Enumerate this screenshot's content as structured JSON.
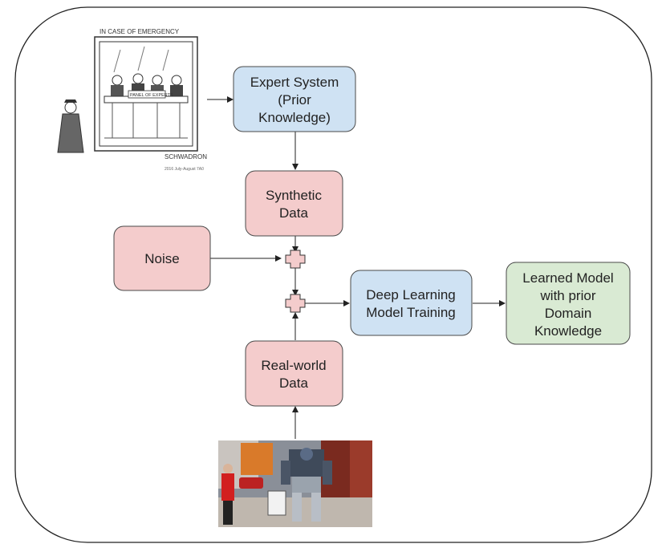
{
  "colors": {
    "blue_fill": "#cfe2f3",
    "blue_stroke": "#4a4a4a",
    "red_fill": "#f4cccc",
    "green_fill": "#d9ead3",
    "plus_fill": "#f4cccc",
    "line": "#222222"
  },
  "nodes": {
    "expert_system": [
      "Expert System",
      "(Prior",
      "Knowledge)"
    ],
    "synthetic_data": [
      "Synthetic",
      "Data"
    ],
    "noise": [
      "Noise"
    ],
    "real_world_data": [
      "Real-world",
      "Data"
    ],
    "deep_learning": [
      "Deep Learning",
      "Model Training"
    ],
    "learned_model": [
      "Learned Model",
      "with prior",
      "Domain",
      "Knowledge"
    ]
  },
  "images": {
    "cartoon": {
      "icon": "expert-panel-cartoon",
      "caption_top": "IN CASE OF EMERGENCY",
      "sign": "PANEL OF EXPERTS",
      "signature": "SCHWADRON",
      "footer": "2016 July-August 7A0"
    },
    "photo": {
      "icon": "street-robot-photo"
    }
  }
}
